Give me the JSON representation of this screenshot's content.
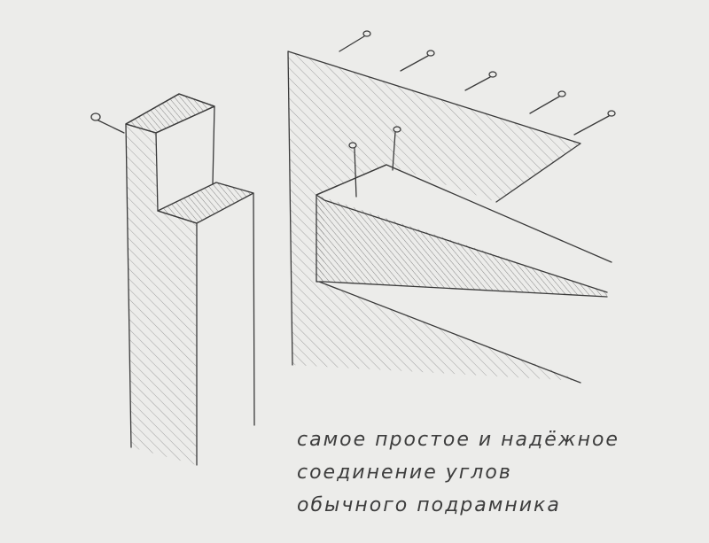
{
  "colors": {
    "paper": "#ececea",
    "pencil": "#3a3a3a",
    "hatch": "#9a9a9a"
  },
  "caption": {
    "line1": "самое простое и надёжное",
    "line2": "соединение углов",
    "line3": "обычного подрамника"
  }
}
